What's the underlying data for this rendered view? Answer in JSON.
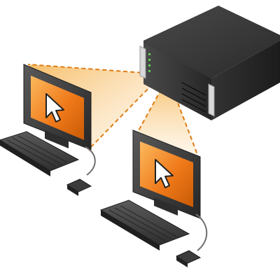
{
  "illustration": {
    "subject": "server-to-workstations",
    "icons": [
      "server-icon",
      "desktop-computer-icon",
      "mouse-pointer-icon",
      "keyboard-icon",
      "mouse-icon"
    ],
    "colors": {
      "background": "#ffffff",
      "server_body": "#2b2b2b",
      "server_front": "#3a3a3a",
      "server_handle": "#d9d9d9",
      "status_led": "#5bd14b",
      "beam": "#f2a23a",
      "beam_dash": "#e07c12",
      "screen_orange": "#f07a1a",
      "screen_orange_light": "#f9b35a",
      "pointer": "#ffffff",
      "monitor_frame": "#3b3b3b",
      "keyboard": "#3c3c3c",
      "cable": "#6e6e6e"
    },
    "workstations": [
      {
        "name": "workstation-left",
        "screen_content": "mouse-pointer-icon"
      },
      {
        "name": "workstation-right",
        "screen_content": "mouse-pointer-icon"
      }
    ]
  }
}
